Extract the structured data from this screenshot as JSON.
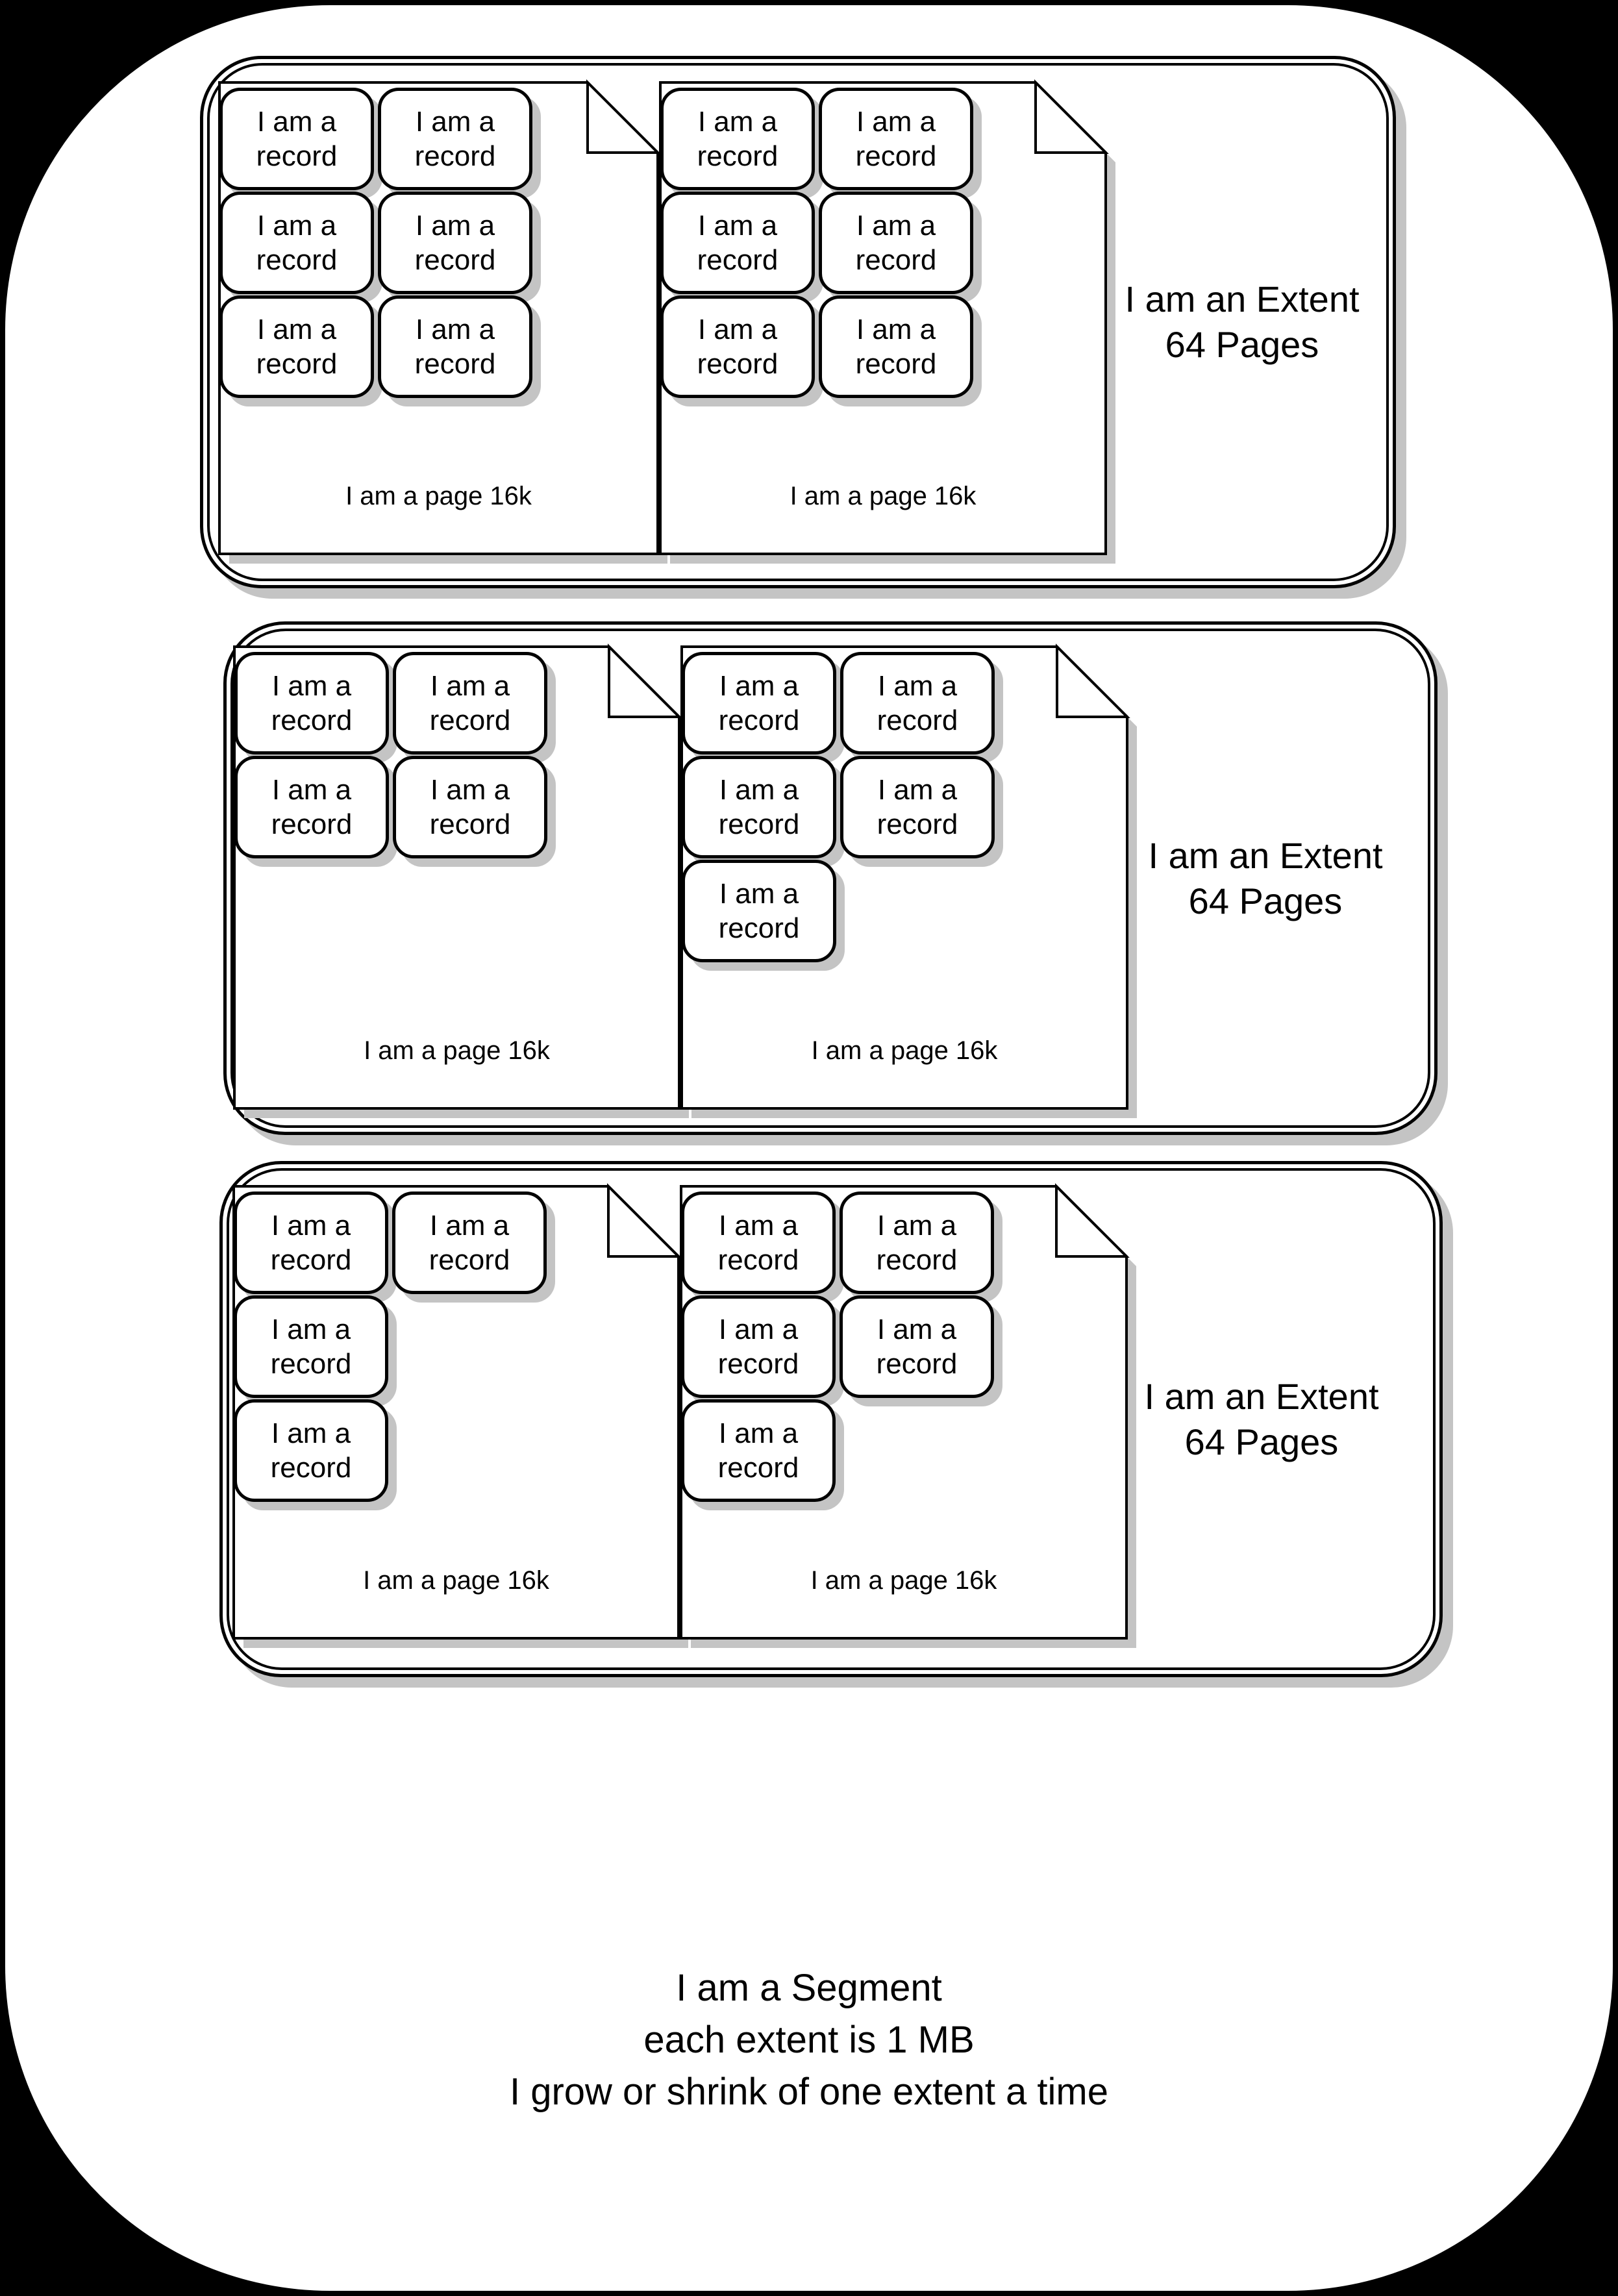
{
  "colors": {
    "background": "#000000",
    "surface": "#ffffff",
    "line": "#000000",
    "shadow": "#c4c4c4"
  },
  "record_label_lines": [
    "I am a",
    "record"
  ],
  "page_label": "I am a page 16k",
  "extent_label_lines": [
    "I am an Extent",
    "64 Pages"
  ],
  "segment_caption_lines": [
    "I am a Segment",
    "each extent is 1 MB",
    "I grow or shrink of one extent a time"
  ],
  "extents": [
    {
      "name": "extent-1",
      "pages": [
        {
          "records": [
            [
              0,
              0
            ],
            [
              1,
              0
            ],
            [
              0,
              1
            ],
            [
              1,
              1
            ],
            [
              0,
              2
            ],
            [
              1,
              2
            ]
          ]
        },
        {
          "records": [
            [
              0,
              0
            ],
            [
              1,
              0
            ],
            [
              0,
              1
            ],
            [
              1,
              1
            ],
            [
              0,
              2
            ],
            [
              1,
              2
            ]
          ]
        }
      ]
    },
    {
      "name": "extent-2",
      "pages": [
        {
          "records": [
            [
              0,
              0
            ],
            [
              1,
              0
            ],
            [
              0,
              1
            ],
            [
              1,
              1
            ]
          ]
        },
        {
          "records": [
            [
              0,
              0
            ],
            [
              1,
              0
            ],
            [
              0,
              1
            ],
            [
              1,
              1
            ],
            [
              0,
              2
            ]
          ]
        }
      ]
    },
    {
      "name": "extent-3",
      "pages": [
        {
          "records": [
            [
              0,
              0
            ],
            [
              1,
              0
            ],
            [
              0,
              1
            ],
            [
              0,
              2
            ]
          ]
        },
        {
          "records": [
            [
              0,
              0
            ],
            [
              1,
              0
            ],
            [
              0,
              1
            ],
            [
              1,
              1
            ],
            [
              0,
              2
            ]
          ]
        }
      ]
    }
  ]
}
